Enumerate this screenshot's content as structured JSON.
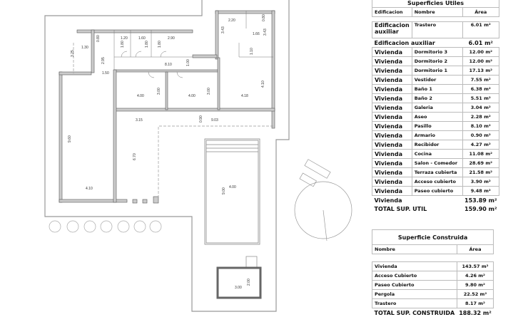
{
  "utiles": {
    "title": "Superficies Utiles",
    "headers": [
      "Edificacion",
      "Nombre",
      "Área"
    ],
    "aux_rows": [
      {
        "edif": "Edificacion auxiliar",
        "name": "Trastero",
        "area": "6.01 m²"
      }
    ],
    "aux_subtotal": {
      "label": "Edificacion auxiliar",
      "area": "6.01 m²"
    },
    "rows": [
      {
        "edif": "Vivienda",
        "name": "Dormitorio 3",
        "area": "12.00 m²"
      },
      {
        "edif": "Vivienda",
        "name": "Dormitorio 2",
        "area": "12.00 m²"
      },
      {
        "edif": "Vivienda",
        "name": "Dormitorio 1",
        "area": "17.13 m²"
      },
      {
        "edif": "Vivienda",
        "name": "Vestidor",
        "area": "7.55 m²"
      },
      {
        "edif": "Vivienda",
        "name": "Baño 1",
        "area": "6.38 m²"
      },
      {
        "edif": "Vivienda",
        "name": "Baño 2",
        "area": "5.51 m²"
      },
      {
        "edif": "Vivienda",
        "name": "Galeria",
        "area": "3.04 m²"
      },
      {
        "edif": "Vivienda",
        "name": "Aseo",
        "area": "2.28 m²"
      },
      {
        "edif": "Vivienda",
        "name": "Pasillo",
        "area": "8.10 m²"
      },
      {
        "edif": "Vivienda",
        "name": "Armario",
        "area": "0.90 m²"
      },
      {
        "edif": "Vivienda",
        "name": "Recibidor",
        "area": "4.27 m²"
      },
      {
        "edif": "Vivienda",
        "name": "Cocina",
        "area": "11.08 m²"
      },
      {
        "edif": "Vivienda",
        "name": "Salon - Comedor",
        "area": "28.69 m²"
      },
      {
        "edif": "Vivienda",
        "name": "Terraza cubierta",
        "area": "21.58 m²"
      },
      {
        "edif": "Vivienda",
        "name": "Acceso cubierto",
        "area": "3.90 m²"
      },
      {
        "edif": "Vivienda",
        "name": "Paseo cubierto",
        "area": "9.48 m²"
      }
    ],
    "vivienda_subtotal": {
      "label": "Vivienda",
      "area": "153.89 m²"
    },
    "total": {
      "label": "TOTAL SUP. UTIL",
      "area": "159.90 m²"
    }
  },
  "construida": {
    "title": "Superficie Construida",
    "headers": [
      "Nombre",
      "Área"
    ],
    "rows": [
      {
        "name": "Vivienda",
        "area": "143.57 m²"
      },
      {
        "name": "Acceso Cubierto",
        "area": "4.26 m²"
      },
      {
        "name": "Paseo Cubierto",
        "area": "9.80 m²"
      },
      {
        "name": "Pergola",
        "area": "22.52 m²"
      },
      {
        "name": "Trastero",
        "area": "8.17 m²"
      }
    ],
    "total": {
      "label": "TOTAL SUP. CONSTRUIDA",
      "area": "188.32 m²"
    }
  },
  "dimensions": [
    "1.30",
    "3.25",
    "2.95",
    "1.50",
    "0.80",
    "1.20",
    "1.60",
    "2.90",
    "1.80",
    "1.80",
    "1.80",
    "8.10",
    "1.00",
    "2.20",
    "0.80",
    "1.66",
    "3.43",
    "3.43",
    "1.10",
    "4.00",
    "3.00",
    "4.00",
    "3.00",
    "4.18",
    "4.10",
    "3.15",
    "0.90",
    "9.03",
    "9.60",
    "6.70",
    "4.10",
    "4.00",
    "9.00",
    "3.00",
    "2.00"
  ]
}
